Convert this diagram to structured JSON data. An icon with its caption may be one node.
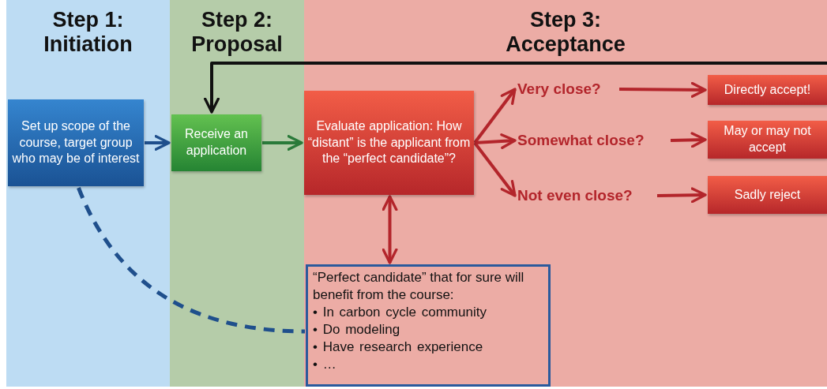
{
  "diagram": {
    "nodes": [
      {
        "text": [
          "Step 1: Initiation"
        ]
      },
      {
        "text": [
          "Step 2: Proposal"
        ]
      },
      {
        "text": [
          "Step 3: Acceptance"
        ]
      },
      {
        "text": [
          "Set up scope of the course, target group who may be of interest"
        ],
        "in": 0
      },
      {
        "text": [
          "Receive an application"
        ],
        "in": 1
      },
      {
        "text": [
          "Evaluate application: How “distant” is the applicant from the “perfect candidate”?"
        ],
        "in": 2
      },
      {
        "text": [
          "Very close?"
        ],
        "in": 2
      },
      {
        "text": [
          "Somewhat close?"
        ],
        "in": 2
      },
      {
        "text": [
          "Not even close?"
        ],
        "in": 2
      },
      {
        "text": [
          "Directly accept!"
        ],
        "in": 2
      },
      {
        "text": [
          "May or may not accept"
        ],
        "in": 2
      },
      {
        "text": [
          "Sadly reject"
        ],
        "in": 2
      },
      {
        "text": [
          "“Perfect candidate” that for sure will benefit from the course:",
          "• In carbon cycle community",
          "• Do modeling",
          "• Have research experience",
          "• …"
        ],
        "in": 2
      }
    ],
    "edges": [
      {
        "from": 3,
        "to": 4,
        "arrow": "to",
        "color": "#1f4f8c"
      },
      {
        "from": 4,
        "to": 5,
        "arrow": "to",
        "color": "#2a7a3a"
      },
      {
        "from": 5,
        "to": 6,
        "arrow": "to"
      },
      {
        "from": 5,
        "to": 7,
        "arrow": "to"
      },
      {
        "from": 5,
        "to": 8,
        "arrow": "to"
      },
      {
        "from": 6,
        "to": 9,
        "arrow": "to"
      },
      {
        "from": 7,
        "to": 10,
        "arrow": "to"
      },
      {
        "from": 8,
        "to": 11,
        "arrow": "to"
      },
      {
        "from": 5,
        "to": 12,
        "arrow": "both"
      },
      {
        "from": 3,
        "to": 12,
        "arrow": "none",
        "style": "dashed",
        "color": "#1f4f8c"
      },
      {
        "from": 2,
        "to": 4,
        "arrow": "to",
        "color": "#111111"
      }
    ]
  }
}
